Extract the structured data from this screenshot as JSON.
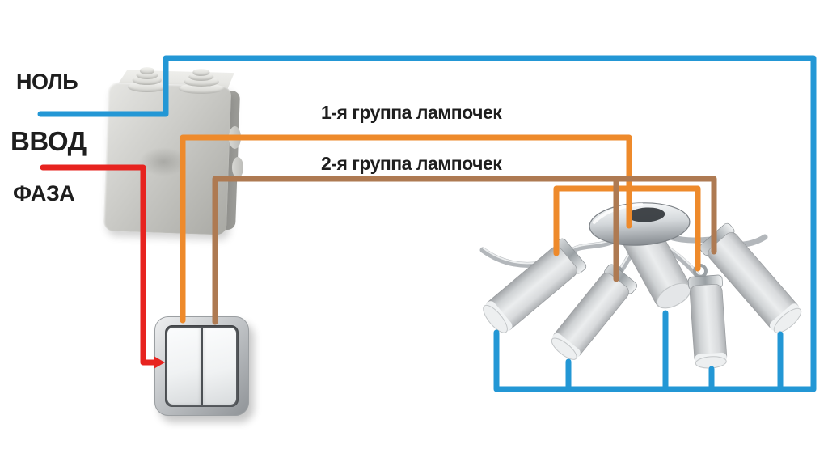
{
  "diagram": {
    "background_color": "#ffffff",
    "labels": {
      "neutral": "НОЛЬ",
      "input": "ВВОД",
      "phase": "ФАЗА",
      "group1": "1-я группа лампочек",
      "group2": "2-я группа лампочек"
    },
    "wires": {
      "neutral": {
        "name": "neutral-wire",
        "color": "#2397d5"
      },
      "phase": {
        "name": "phase-wire",
        "color": "#e7231f"
      },
      "group1": {
        "name": "group1-wire",
        "color": "#ee8a2b"
      },
      "group2": {
        "name": "group2-wire",
        "color": "#ae7a52"
      }
    },
    "components": {
      "junction_box": "junction-box",
      "switch": "two-gang-switch",
      "chandelier": "five-lamp-chandelier"
    }
  }
}
